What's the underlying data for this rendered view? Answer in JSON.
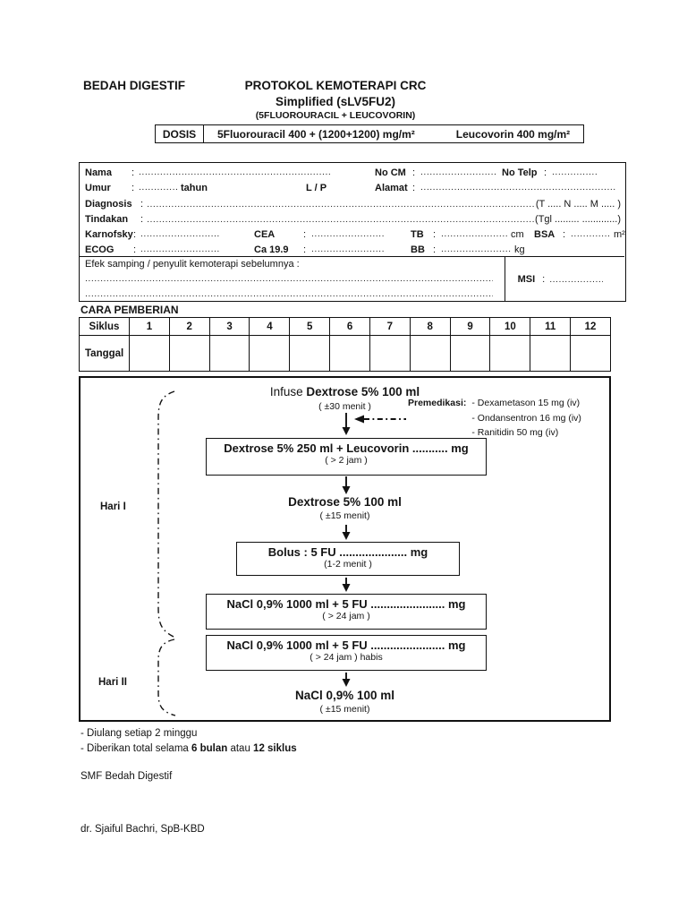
{
  "header": {
    "department": "BEDAH DIGESTIF",
    "title": "PROTOKOL KEMOTERAPI CRC",
    "subtitle": "Simplified (sLV5FU2)",
    "drug_combo": "(5FLUOROURACIL + LEUCOVORIN)",
    "dosis_label": "DOSIS",
    "dosis_fluorouracil": "5Fluorouracil 400 + (1200+1200) mg/m²",
    "dosis_leucovorin": "Leucovorin 400 mg/m²"
  },
  "leader": {
    "dots": "........................................................................................................................................................................................................................................................................................................"
  },
  "form": {
    "colon": ":",
    "nama": "Nama",
    "no_cm": "No CM",
    "no_telp": "No Telp",
    "umur": "Umur",
    "tahun": "tahun",
    "lp": "L / P",
    "alamat": "Alamat",
    "diagnosis": "Diagnosis",
    "diagnosis_suffix": "(T ..... N ..... M ..... )",
    "tindakan": "Tindakan",
    "tindakan_suffix": "(Tgl ......... .............)",
    "karnofsky": "Karnofsky",
    "cea": "CEA",
    "tb": "TB",
    "cm": "cm",
    "bsa": "BSA",
    "m2": "m²",
    "ecog": "ECOG",
    "ca199": "Ca 19.9",
    "bb": "BB",
    "kg": "kg",
    "efek_title": "Efek samping / penyulit kemoterapi sebelumnya :",
    "msi": "MSI"
  },
  "cara_pemberian": "CARA PEMBERIAN",
  "siklus": {
    "columns": [
      "Siklus",
      "1",
      "2",
      "3",
      "4",
      "5",
      "6",
      "7",
      "8",
      "9",
      "10",
      "11",
      "12"
    ],
    "row_label": "Tanggal"
  },
  "flowchart": {
    "step1_prefix": "Infuse ",
    "step1_main": "Dextrose 5% 100 ml",
    "step1_sub": "( ±30 menit )",
    "premed_label": "Premedikasi:",
    "premed_items": [
      "- Dexametason 15 mg (iv)",
      "- Ondansentron 16 mg (iv)",
      "- Ranitidin 50 mg (iv)"
    ],
    "box1_main": "Dextrose 5% 250 ml + Leucovorin ........... mg",
    "box1_sub": "( > 2 jam )",
    "step2_main": "Dextrose 5% 100 ml",
    "step2_sub": "( ±15 menit)",
    "box2_main": "Bolus : 5 FU ..................... mg",
    "box2_sub": "(1-2 menit )",
    "box3_main": "NaCl 0,9% 1000 ml + 5 FU ....................... mg",
    "box3_sub": "( > 24 jam )",
    "box4_main": "NaCl 0,9% 1000 ml + 5 FU ....................... mg",
    "box4_sub": "( > 24 jam ) habis",
    "step3_main": "NaCl 0,9% 100 ml",
    "step3_sub": "( ±15 menit)",
    "hari1": "Hari I",
    "hari2": "Hari II"
  },
  "notes": {
    "note1": "- Diulang setiap 2 minggu",
    "note2_prefix": "- Diberikan total selama ",
    "note2_bold1": "6 bulan",
    "note2_mid": " atau ",
    "note2_bold2": "12 siklus",
    "smf": "SMF Bedah Digestif",
    "doctor": "dr. Sjaiful Bachri, SpB-KBD"
  }
}
